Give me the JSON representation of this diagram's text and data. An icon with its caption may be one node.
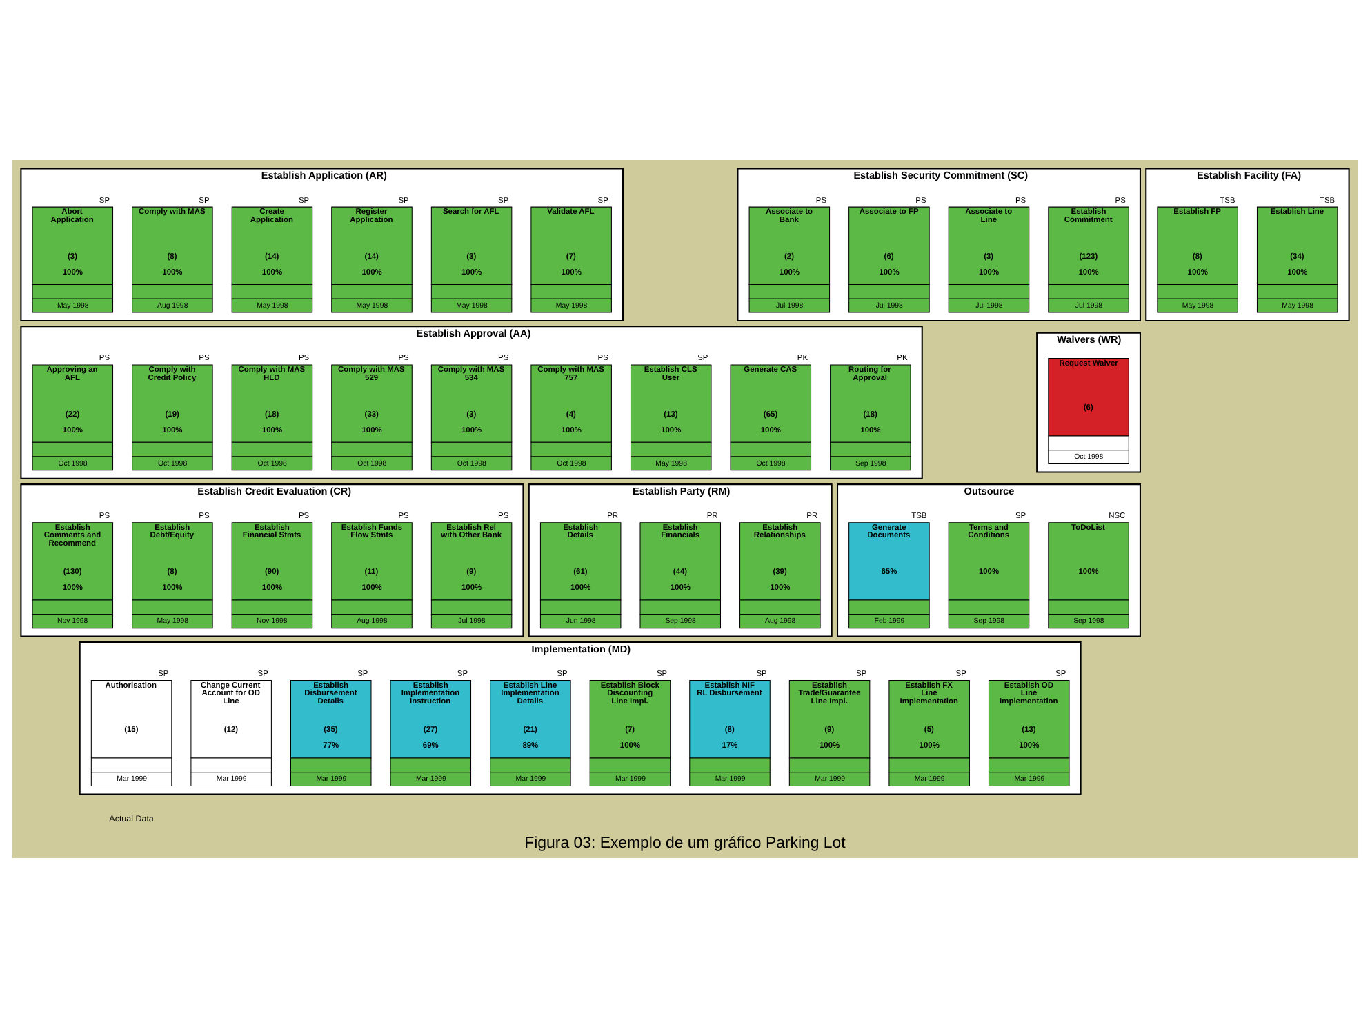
{
  "diagram": {
    "caption": "Figura 03: Exemplo de um gráfico Parking Lot",
    "nodes": [
      {
        "text": [
          "Establish Application (AR)"
        ]
      },
      {
        "text": [
          "Abort Application",
          "(3)",
          "100%",
          "May 1998"
        ],
        "in": 0,
        "beside": [
          "SP"
        ]
      },
      {
        "text": [
          "Comply with MAS",
          "(8)",
          "100%",
          "Aug 1998"
        ],
        "in": 0,
        "beside": [
          "SP"
        ]
      },
      {
        "text": [
          "Create Application",
          "(14)",
          "100%",
          "May 1998"
        ],
        "in": 0,
        "beside": [
          "SP"
        ]
      },
      {
        "text": [
          "Register Application",
          "(14)",
          "100%",
          "May 1998"
        ],
        "in": 0,
        "beside": [
          "SP"
        ]
      },
      {
        "text": [
          "Search for AFL",
          "(3)",
          "100%",
          "May 1998"
        ],
        "in": 0,
        "beside": [
          "SP"
        ]
      },
      {
        "text": [
          "Validate AFL",
          "(7)",
          "100%",
          "May 1998"
        ],
        "in": 0,
        "beside": [
          "SP"
        ]
      },
      {
        "text": [
          "Establish Facility (FA)"
        ]
      },
      {
        "text": [
          "Establish FP",
          "(8)",
          "100%",
          "May 1998"
        ],
        "in": 7,
        "beside": [
          "TSB"
        ]
      },
      {
        "text": [
          "Establish Line",
          "(34)",
          "100%",
          "May 1998"
        ],
        "in": 7,
        "beside": [
          "TSB"
        ]
      },
      {
        "text": [
          "Establish Security Commitment (SC)"
        ]
      },
      {
        "text": [
          "Associate to Bank",
          "(2)",
          "100%",
          "Jul 1998"
        ],
        "in": 10,
        "beside": [
          "PS"
        ]
      },
      {
        "text": [
          "Associate to FP",
          "(6)",
          "100%",
          "Jul 1998"
        ],
        "in": 10,
        "beside": [
          "PS"
        ]
      },
      {
        "text": [
          "Associate to Line",
          "(3)",
          "100%",
          "Jul 1998"
        ],
        "in": 10,
        "beside": [
          "PS"
        ]
      },
      {
        "text": [
          "Establish Commitment",
          "(123)",
          "100%",
          "Jul 1998"
        ],
        "in": 10,
        "beside": [
          "PS"
        ]
      },
      {
        "text": [
          "Establish Approval (AA)"
        ]
      },
      {
        "text": [
          "Approving an AFL",
          "(22)",
          "100%",
          "Oct 1998"
        ],
        "in": 15,
        "beside": [
          "PS"
        ]
      },
      {
        "text": [
          "Comply with Credit Policy",
          "(19)",
          "100%",
          "Oct 1998"
        ],
        "in": 15,
        "beside": [
          "PS"
        ]
      },
      {
        "text": [
          "Comply with MAS HLD",
          "(18)",
          "100%",
          "Oct 1998"
        ],
        "in": 15,
        "beside": [
          "PS"
        ]
      },
      {
        "text": [
          "Comply with MAS 529",
          "(33)",
          "100%",
          "Oct 1998"
        ],
        "in": 15,
        "beside": [
          "PS"
        ]
      },
      {
        "text": [
          "Comply with MAS 534",
          "(3)",
          "100%",
          "Oct 1998"
        ],
        "in": 15,
        "beside": [
          "PS"
        ]
      },
      {
        "text": [
          "Comply with MAS 757",
          "(4)",
          "100%",
          "Oct 1998"
        ],
        "in": 15,
        "beside": [
          "PS"
        ]
      },
      {
        "text": [
          "Establish CLS User",
          "(13)",
          "100%",
          "May 1998"
        ],
        "in": 15,
        "beside": [
          "SP"
        ]
      },
      {
        "text": [
          "Generate CAS",
          "(65)",
          "100%",
          "Oct 1998"
        ],
        "in": 15,
        "beside": [
          "PK"
        ]
      },
      {
        "text": [
          "Routing for Approval",
          "(18)",
          "100%",
          "Sep 1998"
        ],
        "in": 15,
        "beside": [
          "PK"
        ]
      },
      {
        "text": [
          "Waivers (WR)"
        ]
      },
      {
        "text": [
          "Request Waiver",
          "(6)",
          "Oct 1998"
        ],
        "in": 25
      },
      {
        "text": [
          "Establish Credit Evaluation (CR)"
        ]
      },
      {
        "text": [
          "Establish Comments and Recommend",
          "(130)",
          "100%",
          "Nov 1998"
        ],
        "in": 27,
        "beside": [
          "PS"
        ]
      },
      {
        "text": [
          "Establish Debt/Equity",
          "(8)",
          "100%",
          "May 1998"
        ],
        "in": 27,
        "beside": [
          "PS"
        ]
      },
      {
        "text": [
          "Establish Financial Stmts",
          "(90)",
          "100%",
          "Nov 1998"
        ],
        "in": 27,
        "beside": [
          "PS"
        ]
      },
      {
        "text": [
          "Establish Funds Flow Stmts",
          "(11)",
          "100%",
          "Aug 1998"
        ],
        "in": 27,
        "beside": [
          "PS"
        ]
      },
      {
        "text": [
          "Establish Rel with Other Bank",
          "(9)",
          "100%",
          "Jul 1998"
        ],
        "in": 27,
        "beside": [
          "PS"
        ]
      },
      {
        "text": [
          "Establish Party (RM)"
        ]
      },
      {
        "text": [
          "Establish Details",
          "(61)",
          "100%",
          "Jun 1998"
        ],
        "in": 33,
        "beside": [
          "PR"
        ]
      },
      {
        "text": [
          "Establish Financials",
          "(44)",
          "100%",
          "Sep 1998"
        ],
        "in": 33,
        "beside": [
          "PR"
        ]
      },
      {
        "text": [
          "Establish Relationships",
          "(39)",
          "100%",
          "Aug 1998"
        ],
        "in": 33,
        "beside": [
          "PR"
        ]
      },
      {
        "text": [
          "Outsource"
        ]
      },
      {
        "text": [
          "Generate Documents",
          "65%",
          "Feb 1999"
        ],
        "in": 37,
        "beside": [
          "TSB"
        ]
      },
      {
        "text": [
          "Terms and Conditions",
          "100%",
          "Sep 1998"
        ],
        "in": 37,
        "beside": [
          "SP"
        ]
      },
      {
        "text": [
          "ToDoList",
          "100%",
          "Sep 1998"
        ],
        "in": 37,
        "beside": [
          "NSC"
        ]
      },
      {
        "text": [
          "Implementation (MD)"
        ]
      },
      {
        "text": [
          "Authorisation",
          "(15)",
          "Mar 1999"
        ],
        "in": 41,
        "beside": [
          "SP"
        ]
      },
      {
        "text": [
          "Change Current Account for OD Line",
          "(12)",
          "Mar 1999"
        ],
        "in": 41,
        "beside": [
          "SP"
        ]
      },
      {
        "text": [
          "Establish Disbursement Details",
          "(35)",
          "77%",
          "Mar 1999"
        ],
        "in": 41,
        "beside": [
          "SP"
        ]
      },
      {
        "text": [
          "Establish Implementation Instruction",
          "(27)",
          "69%",
          "Mar 1999"
        ],
        "in": 41,
        "beside": [
          "SP"
        ]
      },
      {
        "text": [
          "Establish Line Implementation Details",
          "(21)",
          "89%",
          "Mar 1999"
        ],
        "in": 41,
        "beside": [
          "SP"
        ]
      },
      {
        "text": [
          "Establish Block Discounting Line Impl.",
          "(7)",
          "100%",
          "Mar 1999"
        ],
        "in": 41,
        "beside": [
          "SP"
        ]
      },
      {
        "text": [
          "Establish NIF RL Disbursement",
          "(8)",
          "17%",
          "Mar 1999"
        ],
        "in": 41,
        "beside": [
          "SP"
        ]
      },
      {
        "text": [
          "Establish Trade/Guarantee Line Impl.",
          "(9)",
          "100%",
          "Mar 1999"
        ],
        "in": 41,
        "beside": [
          "SP"
        ]
      },
      {
        "text": [
          "Establish FX Line Implementation",
          "(5)",
          "100%",
          "Mar 1999"
        ],
        "in": 41,
        "beside": [
          "SP"
        ]
      },
      {
        "text": [
          "Establish OD Line Implementation",
          "(13)",
          "100%",
          "Mar 1999"
        ],
        "in": 41,
        "beside": [
          "SP"
        ]
      }
    ],
    "edges": [],
    "labels": [
      "Actual Data"
    ]
  }
}
